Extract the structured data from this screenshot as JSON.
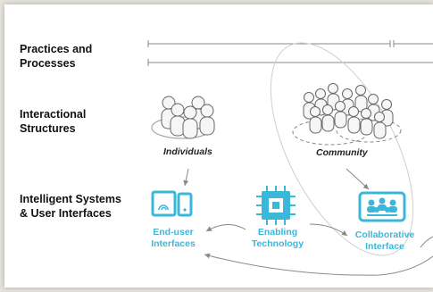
{
  "rows": [
    {
      "label": "Practices and\nProcesses"
    },
    {
      "label": "Interactional\nStructures"
    },
    {
      "label": "Intelligent Systems\n& User Interfaces"
    }
  ],
  "groups": {
    "individuals": "Individuals",
    "community": "Community"
  },
  "components": {
    "end_user": "End-user\nInterfaces",
    "enabling": "Enabling\nTechnology",
    "collaborative": "Collaborative\nInterface"
  },
  "colors": {
    "accent": "#3ab7d9",
    "line": "#888888",
    "background": "#e6e3dc"
  }
}
